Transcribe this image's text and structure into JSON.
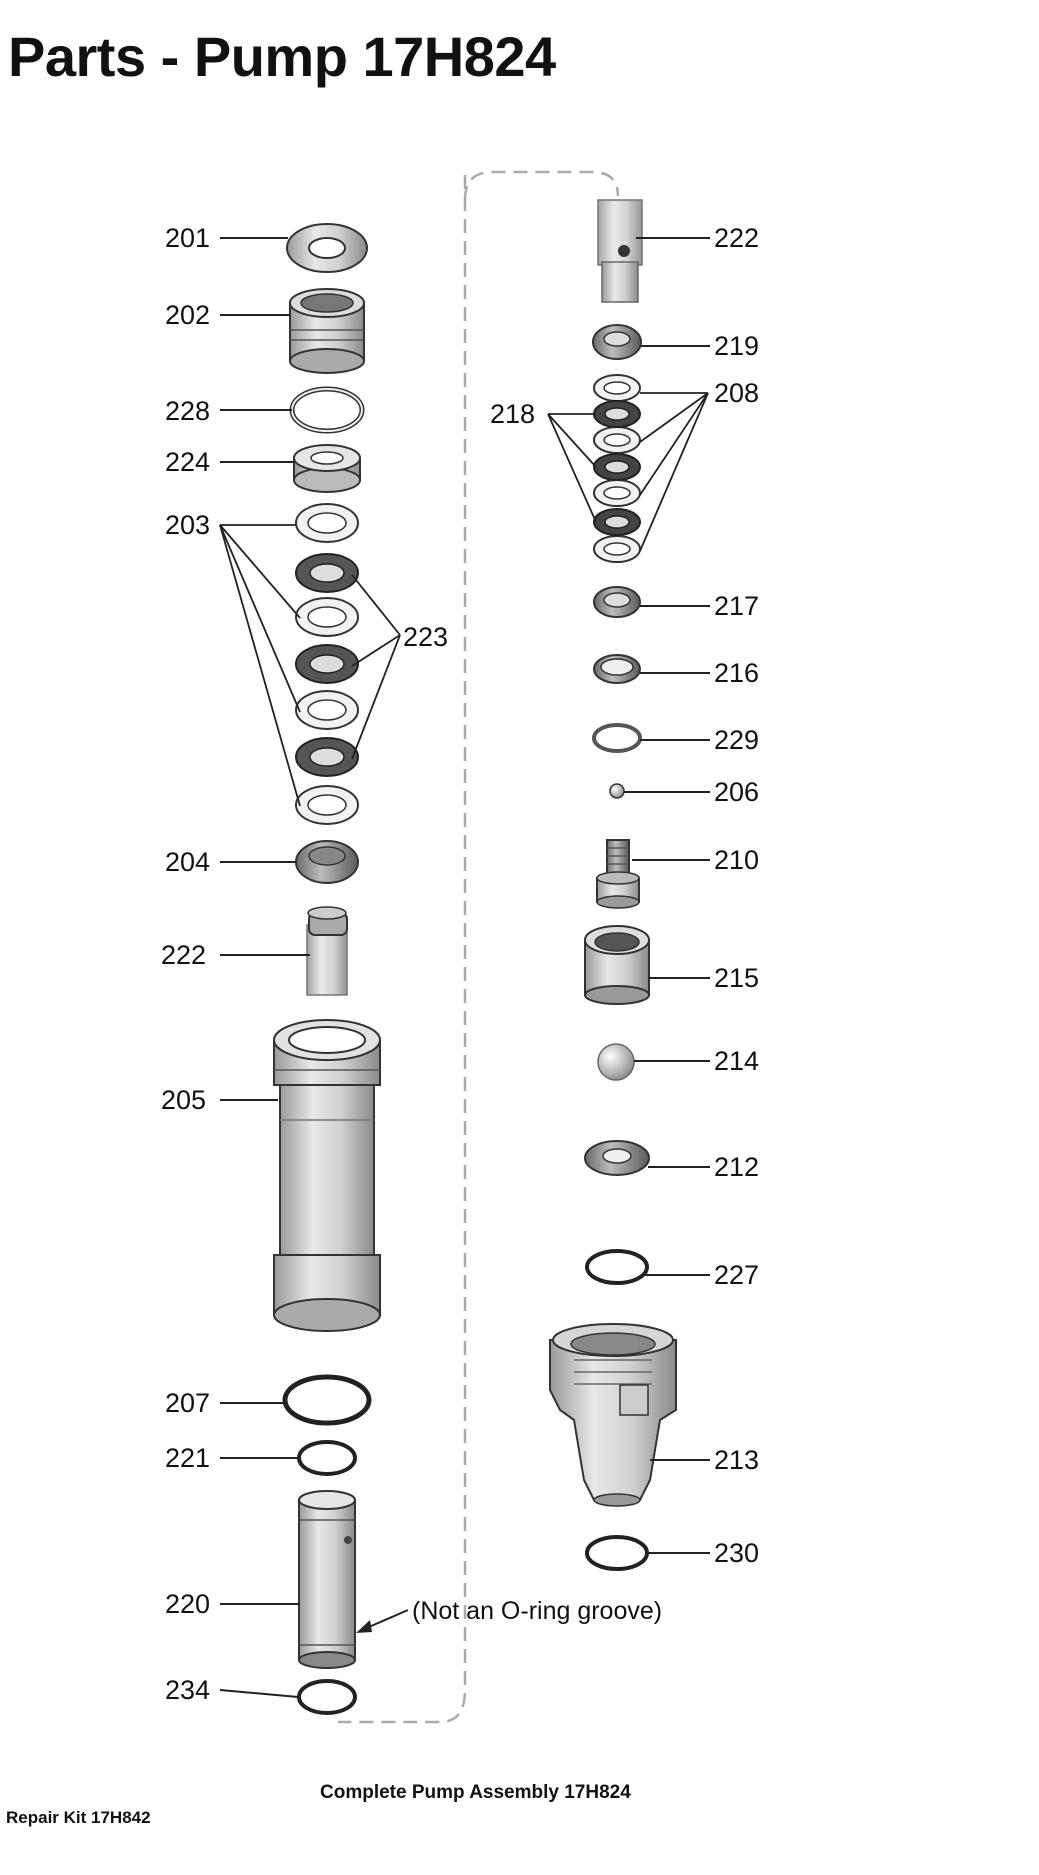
{
  "title": "Parts - Pump 17H824",
  "note": "(Not an O-ring groove)",
  "caption": "Complete Pump Assembly 17H824",
  "repair_kit": "Repair Kit 17H842",
  "labels": {
    "p201": "201",
    "p202": "202",
    "p228": "228",
    "p224": "224",
    "p203": "203",
    "p223": "223",
    "p204": "204",
    "p222a": "222",
    "p205": "205",
    "p207": "207",
    "p221": "221",
    "p220": "220",
    "p234": "234",
    "p222b": "222",
    "p219": "219",
    "p218": "218",
    "p208": "208",
    "p217": "217",
    "p216": "216",
    "p229": "229",
    "p206": "206",
    "p210": "210",
    "p215": "215",
    "p214": "214",
    "p212": "212",
    "p227": "227",
    "p213": "213",
    "p230": "230"
  }
}
